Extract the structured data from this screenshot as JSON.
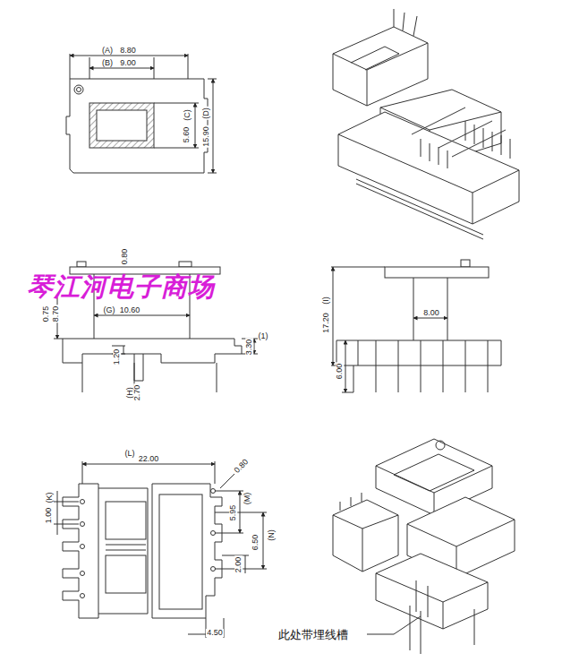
{
  "diagram": {
    "labels": [
      "(A)",
      "8.80",
      "(B)",
      "9.00",
      "(C)",
      "5.60",
      "(D)",
      "15.90",
      "0.80",
      "0.75",
      "8.70",
      "(G)",
      "10.60",
      "(1)",
      "3.30",
      "1.20",
      "(H)",
      "2.70",
      "(I)",
      "17.20",
      "8.00",
      "6.00",
      "(L)",
      "22.00",
      "0.80",
      "(K)",
      "1.00",
      "(M)",
      "5.95",
      "(N)",
      "6.50",
      "2.00",
      "4.50",
      "琴江河电子商场",
      "此处带埋线槽"
    ]
  }
}
